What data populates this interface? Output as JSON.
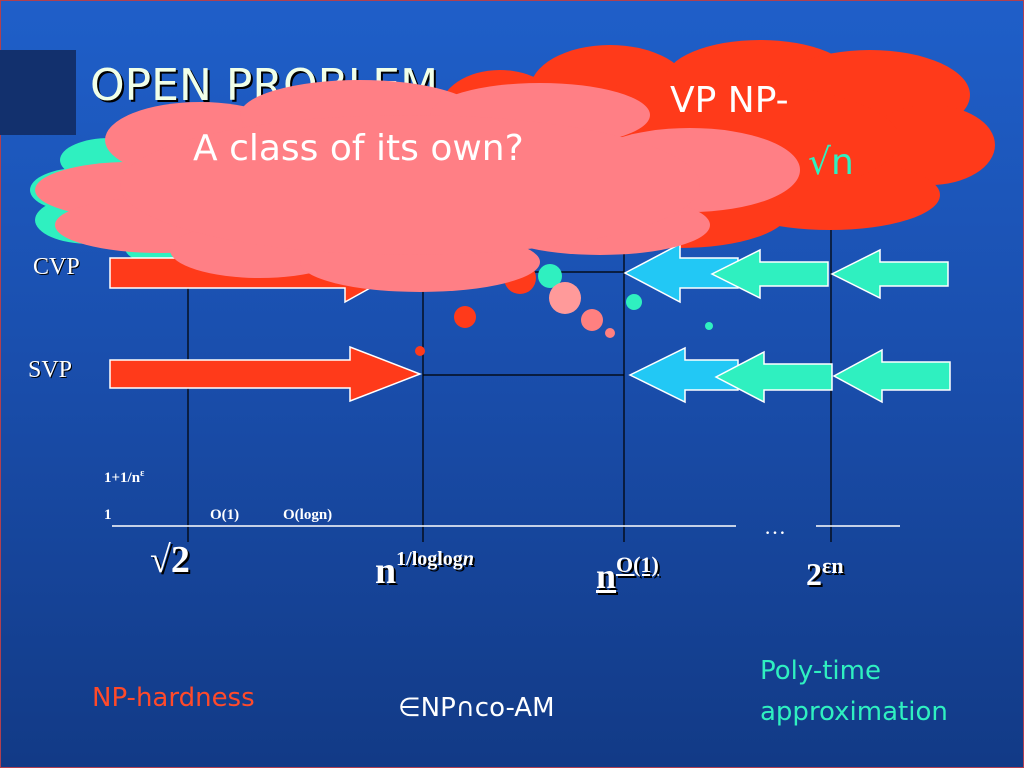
{
  "slide": {
    "title": "OPEN PROBLEM",
    "callout_front": "A class of its own?",
    "callout_back_line1": "VP NP-",
    "callout_back_line2": "n",
    "callout_back_sqrt": "√",
    "rows": {
      "cvp": "CVP",
      "svp": "SVP"
    },
    "small_labels": {
      "eps": "1+1/n",
      "eps_sup": "ε",
      "one": "1",
      "o1": "O(1)",
      "ologn": "O(logn)"
    },
    "ellipsis": "…",
    "axis": {
      "sqrt2": "√2",
      "n_base": "n",
      "n_loglog_sup": "1/loglog",
      "n_loglog_sup_italic": "n",
      "n2_base": "n",
      "n2_sup": "O(1)",
      "two_base": "2",
      "two_sup": "εn"
    },
    "bottom": {
      "np_hardness": "NP-hardness",
      "np_coam": "∈NP∩co-AM",
      "poly_line1": "Poly-time",
      "poly_line2": "approximation"
    },
    "colors": {
      "hardness_arrow": "#ff3a1a",
      "coam_arrow": "#22c8f5",
      "poly_arrow": "#2ff0c0",
      "back_cloud": "#ff3a1a",
      "front_cloud": "#ff7f85",
      "poly_text": "#2ff0c0",
      "hardness_text": "#ff4a2a"
    }
  }
}
